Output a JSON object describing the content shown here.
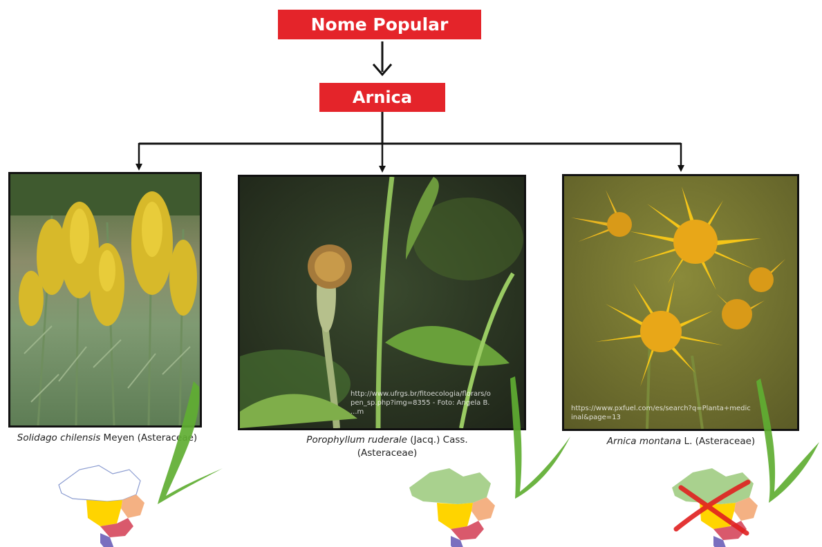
{
  "header": {
    "title": "Nome Popular"
  },
  "popular_name": {
    "label": "Arnica"
  },
  "species": [
    {
      "name": "Solidago chilensis",
      "authority": "Meyen",
      "family": "(Asteraceae)",
      "credit": ""
    },
    {
      "name": "Porophyllum ruderale",
      "authority": "(Jacq.) Cass.",
      "family": "(Asteraceae)",
      "credit": "http://www.ufrgs.br/fitoecologia/florars/o\npen_sp.php?img=8355 - Foto: Angela B.\n...m"
    },
    {
      "name": "Arnica montana",
      "authority": "L.",
      "family": "(Asteraceae)",
      "credit": "https://www.pxfuel.com/es/search?q=Planta+medic\ninal&page=13"
    }
  ],
  "icons": {
    "check": "green-check-icon",
    "cross": "red-cross-icon",
    "map": "brazil-map-icon"
  },
  "colors": {
    "box_red": "#e4242a",
    "check_green": "#5fae32",
    "cross_red": "#e02020",
    "region_north": "#a9d18e",
    "region_northeast": "#f4b183",
    "region_centerwest": "#ffd400",
    "region_southeast": "#d9596c",
    "region_south": "#7a6fbf"
  }
}
